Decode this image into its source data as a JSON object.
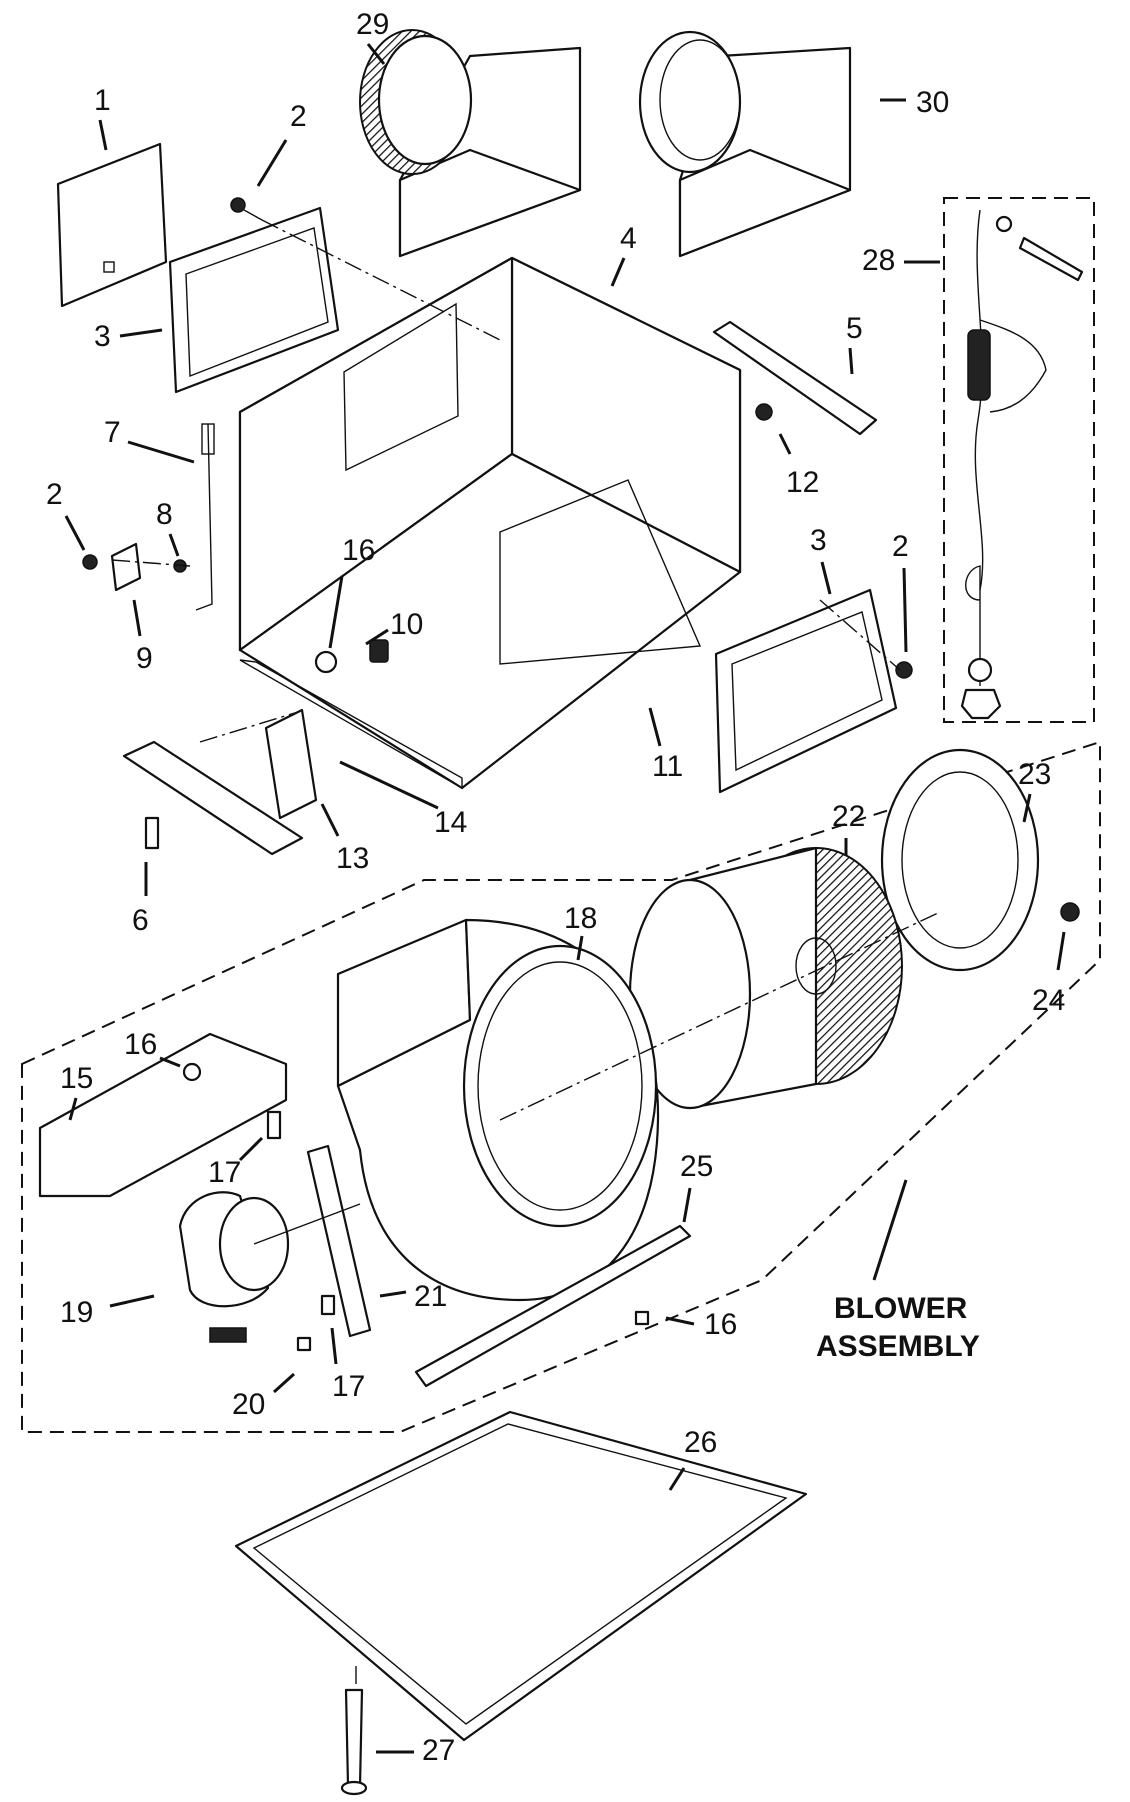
{
  "callouts": {
    "c1": "1",
    "c2a": "2",
    "c2b": "2",
    "c2c": "2",
    "c3a": "3",
    "c3b": "3",
    "c4": "4",
    "c5": "5",
    "c6": "6",
    "c7": "7",
    "c8": "8",
    "c9": "9",
    "c10": "10",
    "c11": "11",
    "c12": "12",
    "c13": "13",
    "c14": "14",
    "c15": "15",
    "c16a": "16",
    "c16b": "16",
    "c16c": "16",
    "c17a": "17",
    "c17b": "17",
    "c18": "18",
    "c19": "19",
    "c20": "20",
    "c21": "21",
    "c22": "22",
    "c23": "23",
    "c24": "24",
    "c25": "25",
    "c26": "26",
    "c27": "27",
    "c28": "28",
    "c29": "29",
    "c30": "30"
  },
  "blower_label": {
    "line1": "BLOWER",
    "line2": "ASSEMBLY"
  }
}
